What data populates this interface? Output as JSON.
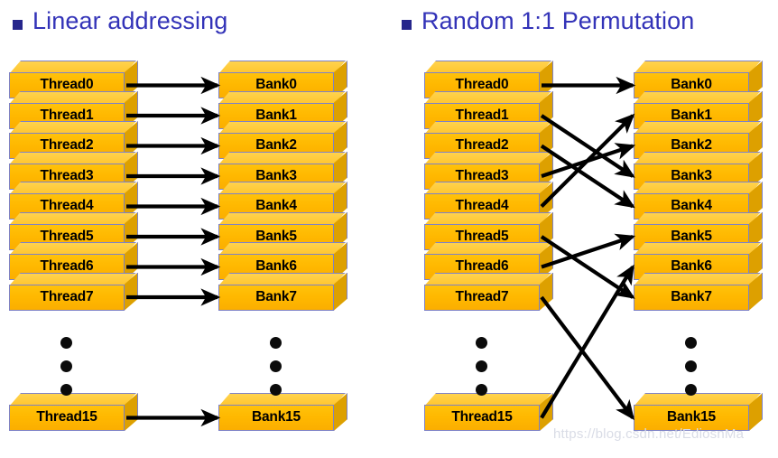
{
  "panels": [
    {
      "id": "linear",
      "title": "Linear addressing",
      "bullet_icon": "square-bullet-icon",
      "left_column": {
        "name": "threads",
        "items": [
          "Thread0",
          "Thread1",
          "Thread2",
          "Thread3",
          "Thread4",
          "Thread5",
          "Thread6",
          "Thread7"
        ],
        "ellipsis": "•••",
        "tail_item": "Thread15"
      },
      "right_column": {
        "name": "banks",
        "items": [
          "Bank0",
          "Bank1",
          "Bank2",
          "Bank3",
          "Bank4",
          "Bank5",
          "Bank6",
          "Bank7"
        ],
        "ellipsis": "•••",
        "tail_item": "Bank15"
      },
      "mapping": [
        {
          "from": 0,
          "to": 0
        },
        {
          "from": 1,
          "to": 1
        },
        {
          "from": 2,
          "to": 2
        },
        {
          "from": 3,
          "to": 3
        },
        {
          "from": 4,
          "to": 4
        },
        {
          "from": 5,
          "to": 5
        },
        {
          "from": 6,
          "to": 6
        },
        {
          "from": 7,
          "to": 7
        },
        {
          "from": 15,
          "to": 15
        }
      ]
    },
    {
      "id": "random",
      "title": "Random 1:1 Permutation",
      "bullet_icon": "square-bullet-icon",
      "left_column": {
        "name": "threads",
        "items": [
          "Thread0",
          "Thread1",
          "Thread2",
          "Thread3",
          "Thread4",
          "Thread5",
          "Thread6",
          "Thread7"
        ],
        "ellipsis": "•••",
        "tail_item": "Thread15"
      },
      "right_column": {
        "name": "banks",
        "items": [
          "Bank0",
          "Bank1",
          "Bank2",
          "Bank3",
          "Bank4",
          "Bank5",
          "Bank6",
          "Bank7"
        ],
        "ellipsis": "•••",
        "tail_item": "Bank15"
      },
      "mapping": [
        {
          "from": 0,
          "to": 0
        },
        {
          "from": 1,
          "to": 3
        },
        {
          "from": 2,
          "to": 4
        },
        {
          "from": 3,
          "to": 2
        },
        {
          "from": 4,
          "to": 1
        },
        {
          "from": 5,
          "to": 7
        },
        {
          "from": 6,
          "to": 5
        },
        {
          "from": 7,
          "to": 15
        },
        {
          "from": 15,
          "to": 6
        }
      ]
    }
  ],
  "watermark": "https://blog.csdn.net/EdiosnMa",
  "colors": {
    "title_text": "#3333B8",
    "bullet": "#26268C",
    "box_front": "#FFB800",
    "box_side": "#DDA000",
    "box_top": "#FFC62E",
    "box_border": "#7E82C6",
    "arrow": "#000000",
    "background": "#FFFFFF"
  }
}
